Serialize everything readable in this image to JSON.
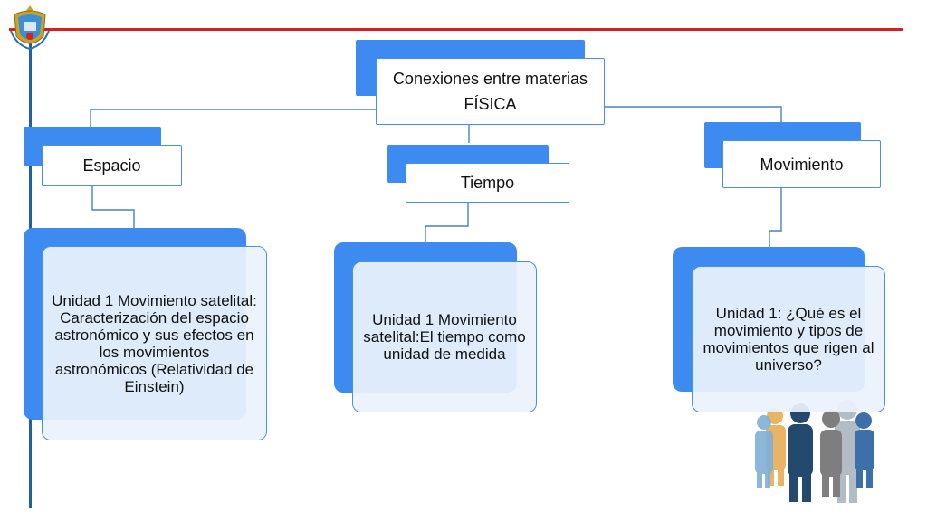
{
  "colors": {
    "accent_blue": "#3d8bf0",
    "border_blue": "#4a90e2",
    "red_line": "#d62020",
    "left_line": "#1f5fa8"
  },
  "logo": {
    "icon": "school-crest-icon"
  },
  "root": {
    "line1": "Conexiones entre materias",
    "line2": "FÍSICA"
  },
  "branches": [
    {
      "title": "Espacio",
      "body": "Unidad 1 Movimiento satelital: Caracterización del espacio astronómico y sus efectos en los movimientos astronómicos (Relatividad de Einstein)"
    },
    {
      "title": "Tiempo",
      "body": "Unidad 1 Movimiento satelital:El tiempo como unidad de medida"
    },
    {
      "title": "Movimiento",
      "body": "Unidad 1: ¿Qué es el movimiento y tipos de movimientos que rigen al universo?"
    }
  ],
  "illustration": {
    "icon": "people-group-icon"
  }
}
